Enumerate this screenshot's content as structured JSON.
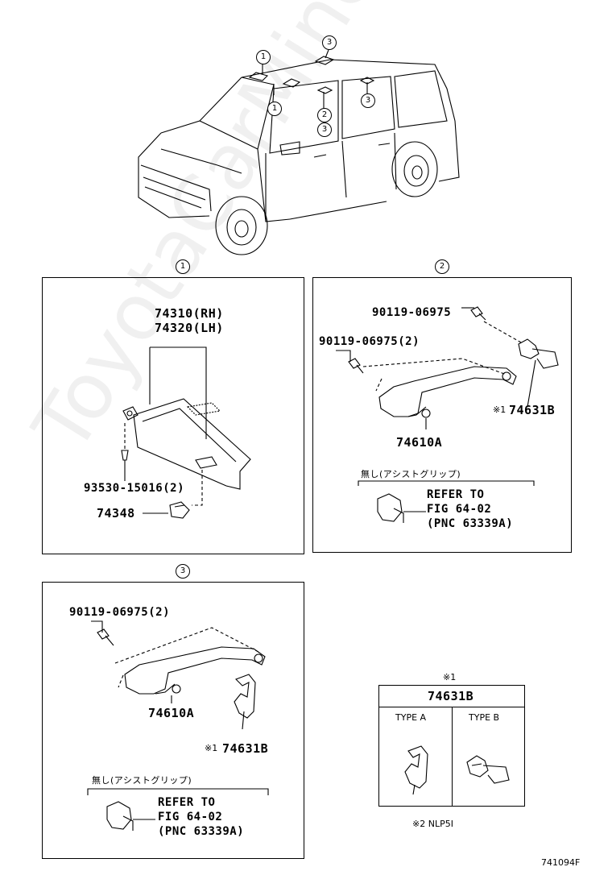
{
  "overview": {
    "callouts": [
      "3",
      "1",
      "1",
      "2",
      "3",
      "3"
    ]
  },
  "panel1": {
    "number": "1",
    "part_rh": "74310(RH)",
    "part_lh": "74320(LH)",
    "screw": "93530-15016(2)",
    "clip": "74348"
  },
  "panel2": {
    "number": "2",
    "bolt_top": "90119-06975",
    "bolt_pair": "90119-06975(2)",
    "grip": "74610A",
    "note_mark": "※1",
    "holder": "74631B",
    "without_label": "無し(アシストグリップ)",
    "refer_line1": "REFER TO",
    "refer_line2": "FIG 64-02",
    "refer_line3": "(PNC 63339A)"
  },
  "panel3": {
    "number": "3",
    "bolt_pair": "90119-06975(2)",
    "grip": "74610A",
    "note_mark": "※1",
    "holder": "74631B",
    "without_label": "無し(アシストグリップ)",
    "refer_line1": "REFER TO",
    "refer_line2": "FIG 64-02",
    "refer_line3": "(PNC 63339A)"
  },
  "type_table": {
    "note_mark": "※1",
    "part": "74631B",
    "type_a": "TYPE A",
    "type_b": "TYPE B"
  },
  "footnote": "※2 NLP5I",
  "figure_id": "741094F",
  "watermark": "ToyotaCarMine.ru"
}
